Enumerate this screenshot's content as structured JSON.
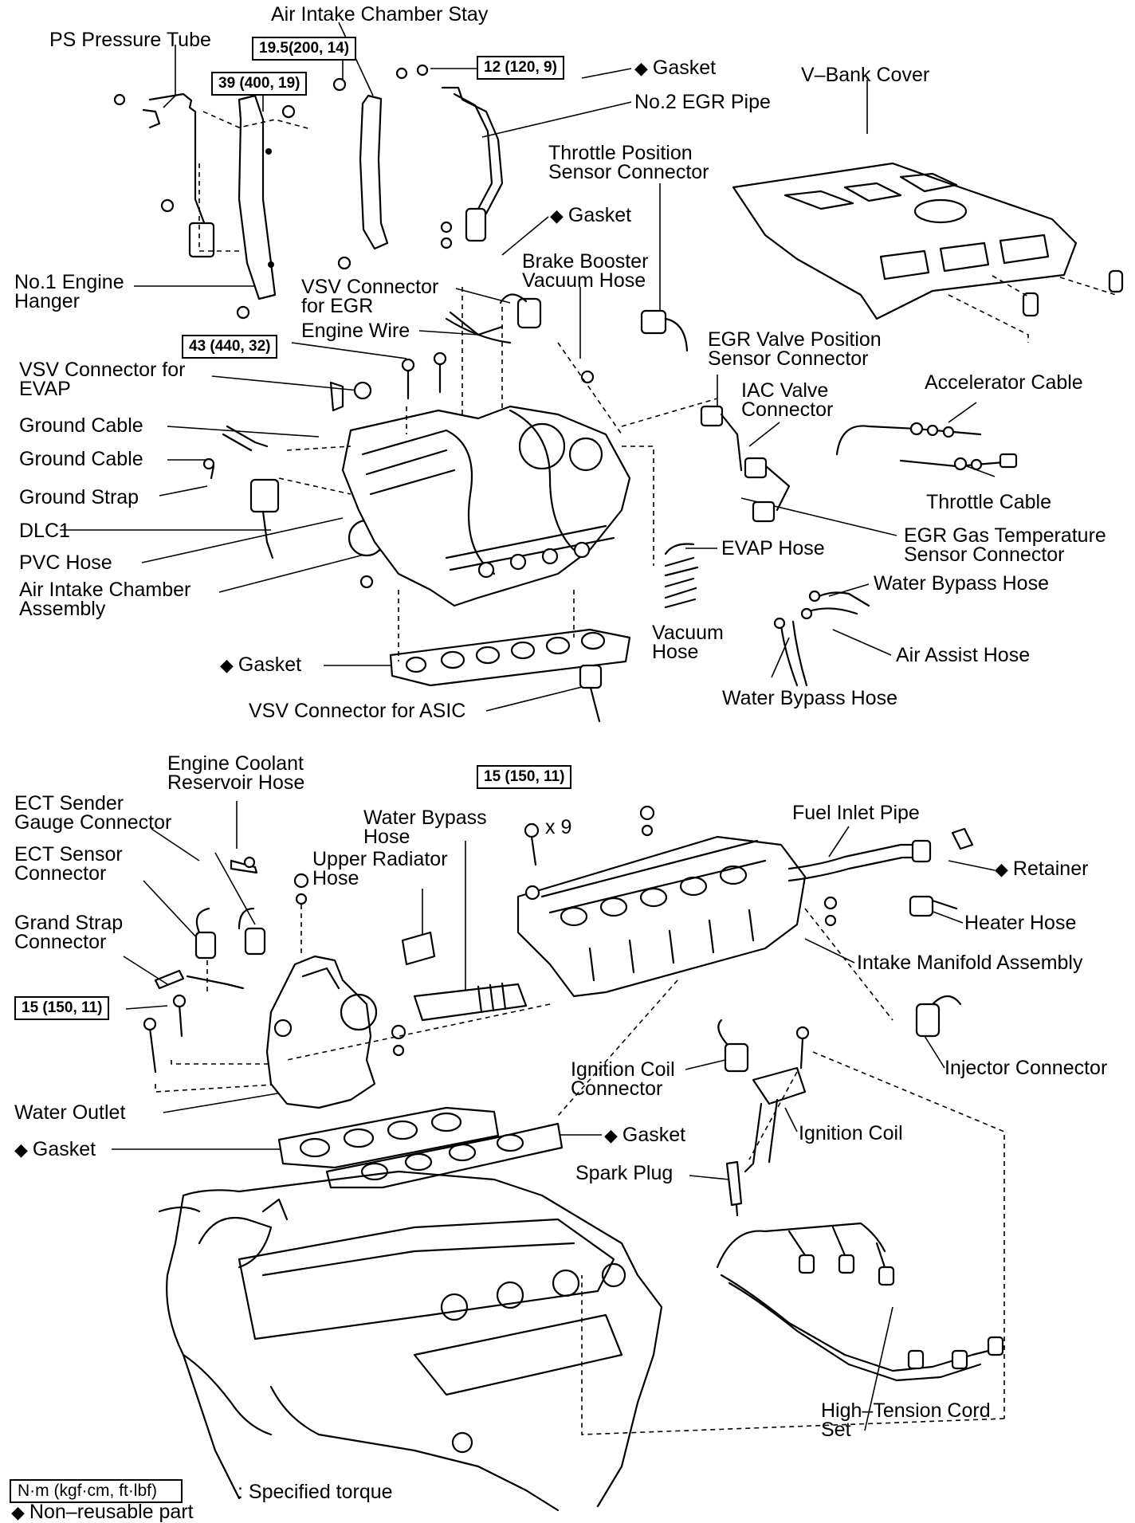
{
  "upper": {
    "ps_pressure_tube": "PS Pressure Tube",
    "air_intake_chamber_stay": "Air Intake Chamber Stay",
    "torque_19_5": "19.5(200, 14)",
    "torque_39": "39 (400, 19)",
    "torque_12": "12 (120, 9)",
    "gasket_1": "Gasket",
    "no2_egr_pipe": "No.2 EGR Pipe",
    "v_bank_cover": "V–Bank Cover",
    "throttle_position_sensor": "Throttle Position\nSensor Connector",
    "gasket_2": "Gasket",
    "no1_engine_hanger": "No.1 Engine\nHanger",
    "brake_booster": "Brake Booster\nVacuum Hose",
    "vsv_connector_egr": "VSV Connector\nfor EGR",
    "engine_wire": "Engine Wire",
    "torque_43": "43 (440, 32)",
    "egr_valve_position": "EGR Valve Position\nSensor Connector",
    "vsv_connector_evap": "VSV Connector for\nEVAP",
    "iac_valve": "IAC Valve\nConnector",
    "accelerator_cable": "Accelerator Cable",
    "ground_cable_1": "Ground Cable",
    "ground_cable_2": "Ground Cable",
    "ground_strap": "Ground Strap",
    "throttle_cable": "Throttle Cable",
    "dlc1": "DLC1",
    "egr_gas_temp": "EGR Gas Temperature\nSensor Connector",
    "pvc_hose": "PVC Hose",
    "evap_hose": "EVAP Hose",
    "air_intake_chamber": "Air Intake Chamber\nAssembly",
    "water_bypass_hose_1": "Water Bypass Hose",
    "vacuum_hose": "Vacuum\nHose",
    "air_assist_hose": "Air Assist Hose",
    "gasket_3": "Gasket",
    "water_bypass_hose_2": "Water Bypass Hose",
    "vsv_connector_asic": "VSV Connector for ASIC"
  },
  "lower": {
    "engine_coolant_reservoir": "Engine Coolant\nReservoir Hose",
    "torque_15_a": "15 (150, 11)",
    "ect_sender": "ECT Sender\nGauge Connector",
    "water_bypass_hose": "Water Bypass\nHose",
    "x9": "x 9",
    "fuel_inlet_pipe": "Fuel Inlet Pipe",
    "ect_sensor": "ECT Sensor\nConnector",
    "upper_radiator_hose": "Upper Radiator\nHose",
    "retainer": "Retainer",
    "grand_strap": "Grand Strap\nConnector",
    "heater_hose": "Heater Hose",
    "torque_15_b": "15 (150, 11)",
    "intake_manifold": "Intake Manifold Assembly",
    "injector_connector": "Injector Connector",
    "ignition_coil_connector": "Ignition Coil\nConnector",
    "water_outlet": "Water Outlet",
    "ignition_coil": "Ignition Coil",
    "gasket_4": "Gasket",
    "gasket_5": "Gasket",
    "spark_plug": "Spark Plug",
    "high_tension": "High–Tension Cord\nSet"
  },
  "legend": {
    "torque_box": "N·m (kgf·cm, ft·lbf)",
    "torque_text": ": Specified torque",
    "nonreusable": "Non–reusable part"
  },
  "symbols": {
    "diamond": "◆"
  }
}
